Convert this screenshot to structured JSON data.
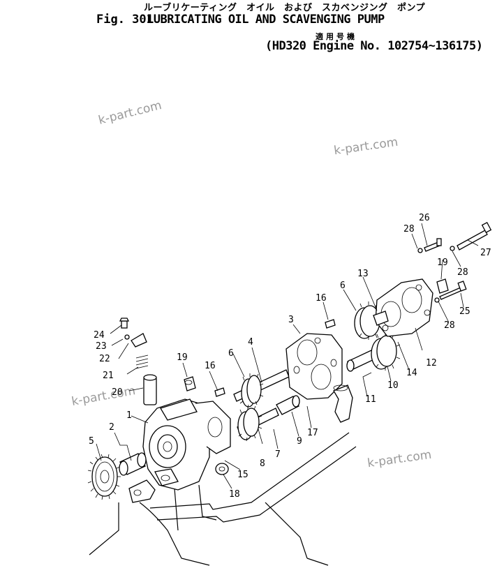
{
  "header": {
    "jp_subtitle": "ルーブリケーティング　オイル　および　スカベンジング　ポンプ",
    "fig_number": "Fig. 301",
    "title": "LUBRICATING OIL AND SCAVENGING PUMP",
    "model_jp": "適用号機",
    "model": "(HD320 Engine No. 102754~136175)"
  },
  "watermarks": [
    "k-part.com",
    "k-part.com",
    "k-part.com",
    "k-part.com"
  ],
  "callouts": [
    "1",
    "2",
    "3",
    "4",
    "5",
    "6",
    "6",
    "7",
    "8",
    "9",
    "10",
    "11",
    "12",
    "13",
    "14",
    "15",
    "16",
    "16",
    "17",
    "18",
    "19",
    "19",
    "20",
    "21",
    "22",
    "23",
    "24",
    "25",
    "26",
    "27",
    "28",
    "28",
    "28"
  ]
}
